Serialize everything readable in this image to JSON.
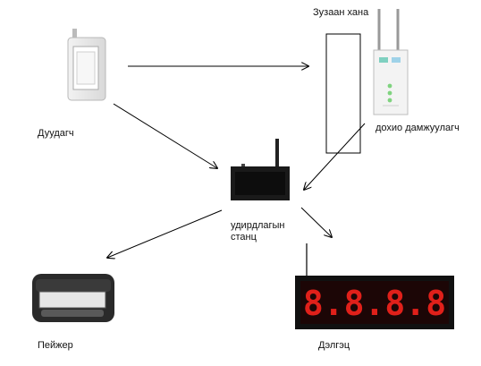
{
  "labels": {
    "caller": "Дуудагч",
    "wall": "Зузаан хана",
    "repeater": "дохио дамжуулагч",
    "station_line1": "удирдлагын",
    "station_line2": "станц",
    "pager": "Пейжер",
    "display": "Дэлгэц"
  },
  "icons": {
    "caller": "wireless-call-button-icon",
    "repeater": "signal-repeater-icon",
    "station": "control-station-icon",
    "pager": "pager-icon",
    "display": "led-display-icon"
  },
  "display": {
    "digits": "8.8.8.8"
  },
  "colors": {
    "led": "#e0201a",
    "device_dark": "#1a1a1a",
    "line": "#000000"
  }
}
